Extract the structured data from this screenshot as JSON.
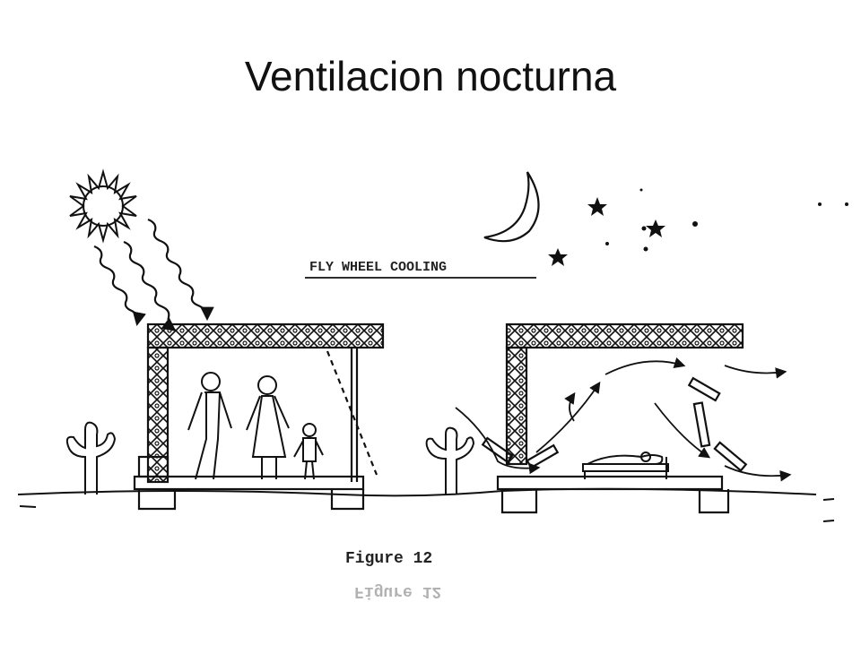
{
  "slide": {
    "title": "Ventilacion nocturna"
  },
  "diagram": {
    "heading": "FLY WHEEL COOLING",
    "caption": "Figure 12",
    "caption_ghost": "Figure 12"
  },
  "colors": {
    "ink": "#111111",
    "background": "#ffffff"
  }
}
